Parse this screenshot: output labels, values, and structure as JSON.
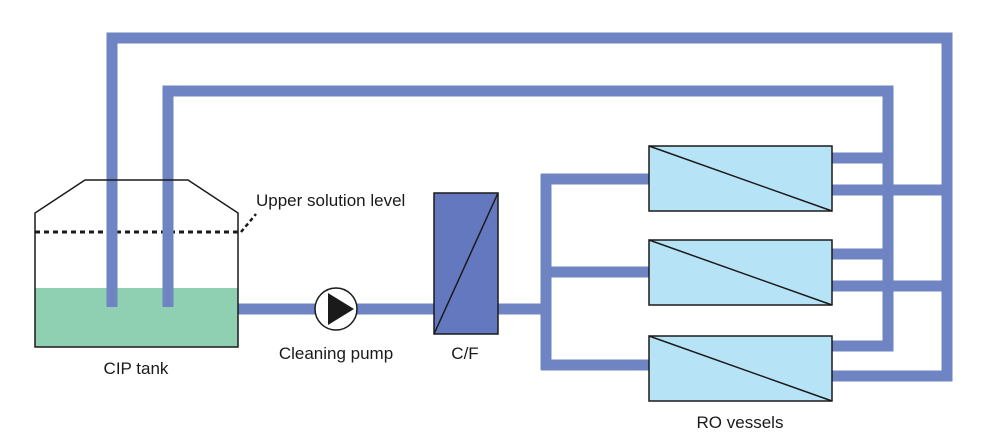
{
  "diagram": {
    "labels": {
      "upper_solution_level": "Upper solution level",
      "cip_tank": "CIP tank",
      "cleaning_pump": "Cleaning pump",
      "cartridge_filter": "C/F",
      "ro_vessels": "RO vessels"
    },
    "colors": {
      "pipe": "#6f84c3",
      "solution": "#8fcfb2",
      "filter": "#6378bf",
      "ro_vessel": "#b7e3f7",
      "outline": "#1a1a1a"
    },
    "icons": [
      "pump-symbol-icon",
      "filter-symbol-icon",
      "membrane-symbol-icon"
    ]
  }
}
